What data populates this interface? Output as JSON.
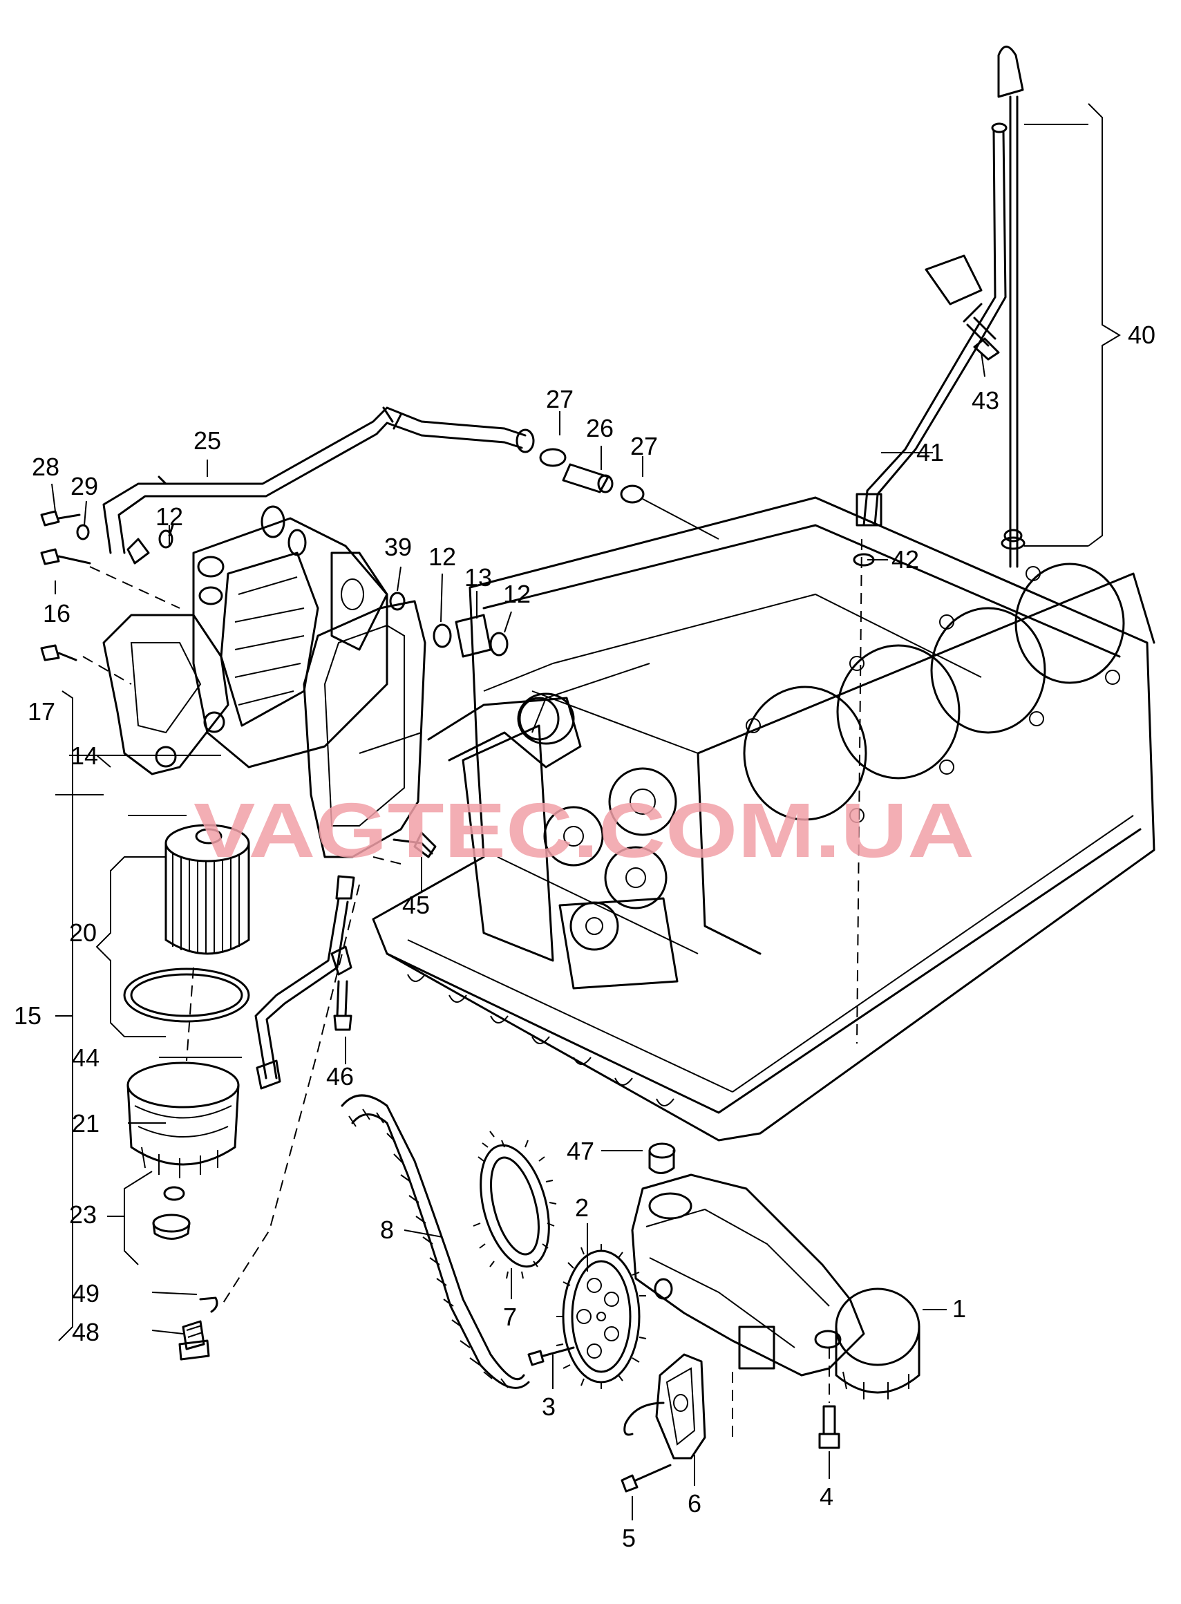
{
  "watermark": "VAGTEC.COM.UA",
  "callouts": [
    {
      "id": "c1",
      "label": "1"
    },
    {
      "id": "c2",
      "label": "2"
    },
    {
      "id": "c3",
      "label": "3"
    },
    {
      "id": "c4",
      "label": "4"
    },
    {
      "id": "c5",
      "label": "5"
    },
    {
      "id": "c6",
      "label": "6"
    },
    {
      "id": "c7",
      "label": "7"
    },
    {
      "id": "c8",
      "label": "8"
    },
    {
      "id": "c12a",
      "label": "12"
    },
    {
      "id": "c12b",
      "label": "12"
    },
    {
      "id": "c12c",
      "label": "12"
    },
    {
      "id": "c13",
      "label": "13"
    },
    {
      "id": "c14",
      "label": "14"
    },
    {
      "id": "c15",
      "label": "15"
    },
    {
      "id": "c16",
      "label": "16"
    },
    {
      "id": "c17",
      "label": "17"
    },
    {
      "id": "c20",
      "label": "20"
    },
    {
      "id": "c21",
      "label": "21"
    },
    {
      "id": "c23",
      "label": "23"
    },
    {
      "id": "c25",
      "label": "25"
    },
    {
      "id": "c26",
      "label": "26"
    },
    {
      "id": "c27a",
      "label": "27"
    },
    {
      "id": "c27b",
      "label": "27"
    },
    {
      "id": "c28",
      "label": "28"
    },
    {
      "id": "c29",
      "label": "29"
    },
    {
      "id": "c39",
      "label": "39"
    },
    {
      "id": "c40",
      "label": "40"
    },
    {
      "id": "c41",
      "label": "41"
    },
    {
      "id": "c42",
      "label": "42"
    },
    {
      "id": "c43",
      "label": "43"
    },
    {
      "id": "c44",
      "label": "44"
    },
    {
      "id": "c45",
      "label": "45"
    },
    {
      "id": "c46",
      "label": "46"
    },
    {
      "id": "c47",
      "label": "47"
    },
    {
      "id": "c48",
      "label": "48"
    },
    {
      "id": "c49",
      "label": "49"
    }
  ]
}
